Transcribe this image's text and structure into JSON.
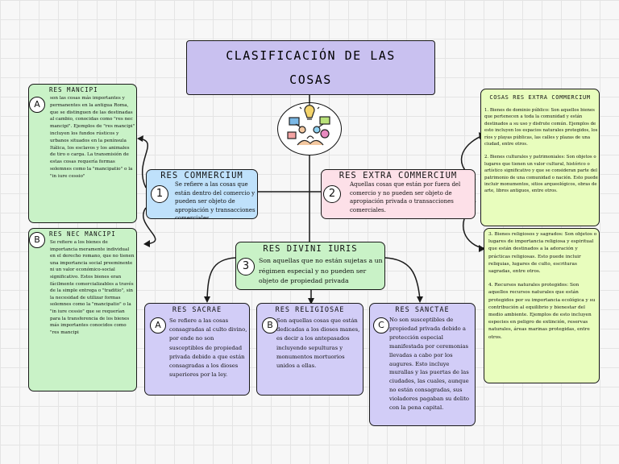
{
  "title": {
    "line1": "CLASIFICACIÓN DE LAS",
    "line2": "COSAS"
  },
  "center_icon": "collaboration-icon",
  "res_commercium": {
    "number": "1",
    "heading": "RES COMMERCIUM",
    "text": "Se refiere a las cosas que están dentro del comercio y pueden ser objeto de apropiación y transacciones comerciales."
  },
  "res_extra_commercium": {
    "number": "2",
    "heading": "RES EXTRA COMMERCIUM",
    "text": "Aquellas cosas que están por fuera del comercio y no pueden ser objeto de apropiación privada o transacciones comerciales."
  },
  "res_divini_iuris": {
    "number": "3",
    "heading": "RES DIVINI IURIS",
    "text": "Son aquellas que no están sujetas a un régimen especial y no pueden ser objeto de propiedad privada"
  },
  "res_mancipi": {
    "letter": "A",
    "heading": "RES MANCIPI",
    "text": "son las cosas más importantes y permanentes en la antigua Roma, que se distinguen de las destinadas al cambio, conocidas como \"res nec mancipi\". Ejemplos de \"res mancipi\" incluyen los fundos rústicos y urbanos situados en la península Itálica, los esclavos y los animales de tiro o carga. La transmisión de estas cosas requería formas solemnes como la \"mancipatio\" o la \"in iure cessio\""
  },
  "res_nec_mancipi": {
    "letter": "B",
    "heading": "RES NEC MANCIPI",
    "text": "Se refiere a los bienes de importancia meramente individual en el derecho romano, que no tienen una importancia social preeminente ni un valor económico-social significativo. Estos bienes eran fácilmente comercializables a través de la simple entrega o \"traditio\", sin la necesidad de utilizar formas solemnes como la \"mancipatio\" o la \"in iure cessio\" que se requerían para la transferencia de los bienes más importantes conocidos como \"res mancipi"
  },
  "extra_commercium_detail": {
    "heading": "COSAS RES EXTRA COMMERCIUM",
    "p1": "1. Bienes de dominio público: Son aquellos bienes que pertenecen a toda la comunidad y están destinados a su uso y disfrute común. Ejemplos de esto incluyen los espacios naturales protegidos, los ríos y playas públicas, las calles y plazas de una ciudad, entre otros.",
    "p2": "2. Bienes culturales y patrimoniales: Son objetos o lugares que tienen un valor cultural, histórico o artístico significativo y que se consideran parte del patrimonio de una comunidad o nación. Esto puede incluir monumentos, sitios arqueológicos, obras de arte, libros antiguos, entre otros."
  },
  "extra_commercium_detail_2": {
    "p3": "3. Bienes religiosos y sagrados: Son objetos o lugares de importancia religiosa y espiritual que están destinados a la adoración y prácticas religiosas. Esto puede incluir reliquias, lugares de culto, escrituras sagradas, entre otros.",
    "p4": "4. Recursos naturales protegidos: Son aquellos recursos naturales que están protegidos por su importancia ecológica y su contribución al equilibrio y bienestar del medio ambiente. Ejemplos de esto incluyen especies en peligro de extinción, reservas naturales, áreas marinas protegidas, entre otros."
  },
  "res_sacrae": {
    "letter": "A",
    "heading": "RES SACRAE",
    "text": "Se refiere a las cosas consagradas al culto divino, por ende no son susceptibles de propiedad privada debido a que están consagradas a los dioses superiores por la ley."
  },
  "res_religiosae": {
    "letter": "B",
    "heading": "RES RELIGIOSAE",
    "text": "Son aquellas cosas que están dedicadas a los dioses manes, es decir a los antepasados incluyendo sepulturas y monumentos mortuorios unidos a ellas."
  },
  "res_sanctae": {
    "letter": "C",
    "heading": "RES SANCTAE",
    "text": "No son susceptibles de propiedad privada debido a protección especial manifestada por ceremonias llevadas a cabo por los augures. Esto incluye murallas y las puertas de las ciudades, las cuales, aunque no están consagradas, sus violadores pagaban su delito con la pena capital."
  }
}
